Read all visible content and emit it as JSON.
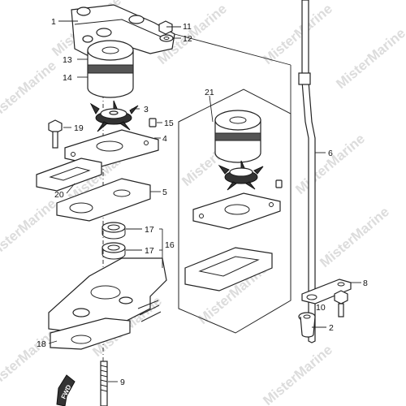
{
  "watermark": "MisterMarine",
  "fwd_label": "FWD",
  "callouts": {
    "c1": "1",
    "c2": "2",
    "c3": "3",
    "c4": "4",
    "c5": "5",
    "c6": "6",
    "c8": "8",
    "c9": "9",
    "c10": "10",
    "c11": "11",
    "c12": "12",
    "c13": "13",
    "c14": "14",
    "c15": "15",
    "c16": "16",
    "c17a": "17",
    "c17b": "17",
    "c18": "18",
    "c19": "19",
    "c20": "20",
    "c21": "21"
  }
}
